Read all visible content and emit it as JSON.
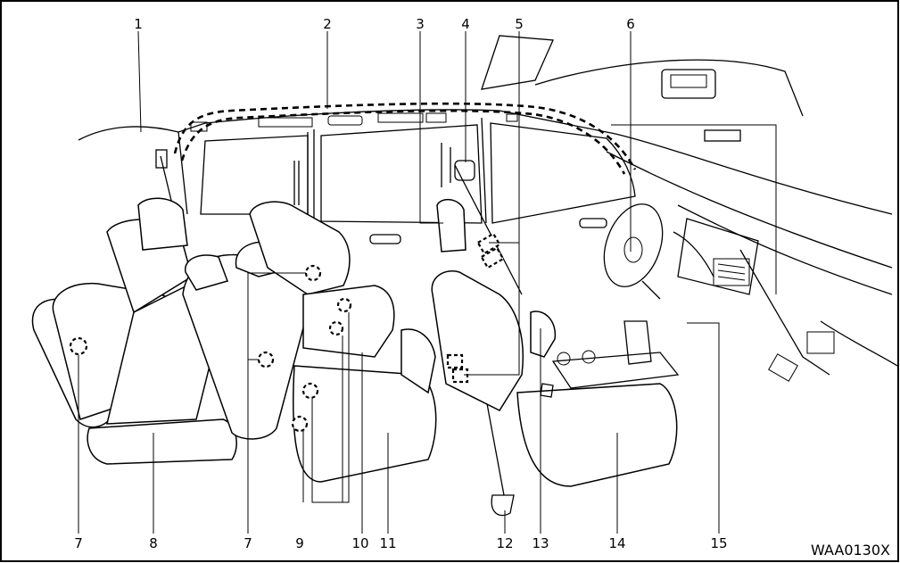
{
  "diagram": {
    "callouts": [
      "1",
      "2",
      "3",
      "4",
      "5",
      "6",
      "7",
      "8",
      "7",
      "9",
      "10",
      "11",
      "12",
      "13",
      "14",
      "15"
    ],
    "figure_code": "WAA0130X"
  }
}
